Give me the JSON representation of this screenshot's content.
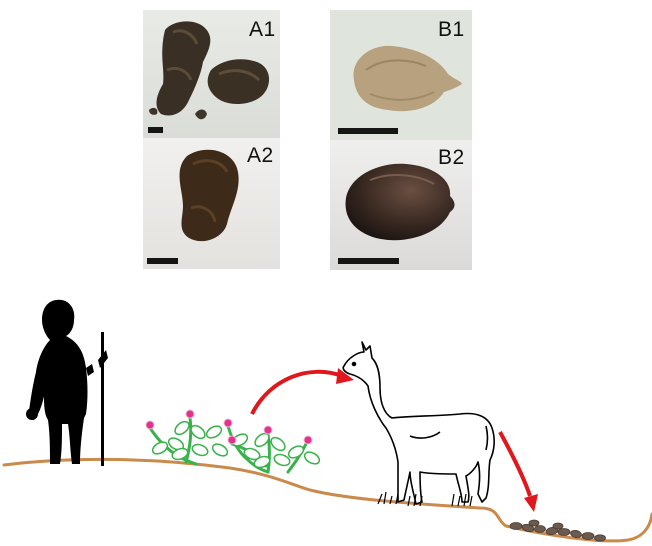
{
  "panels": [
    {
      "id": "A1",
      "label": "A1"
    },
    {
      "id": "A2",
      "label": "A2"
    },
    {
      "id": "B1",
      "label": "B1"
    },
    {
      "id": "B2",
      "label": "B2"
    }
  ],
  "colors": {
    "ground": "#c98a4b",
    "arrow": "#e0171d",
    "plant_leaf": "#38b24a",
    "flower": "#e0338c",
    "silhouette": "#000000",
    "pellets": "#6b5a4e"
  },
  "icons": [
    "human-silhouette-icon",
    "flowering-plant-icon",
    "llama-icon",
    "dung-pellets-icon"
  ]
}
